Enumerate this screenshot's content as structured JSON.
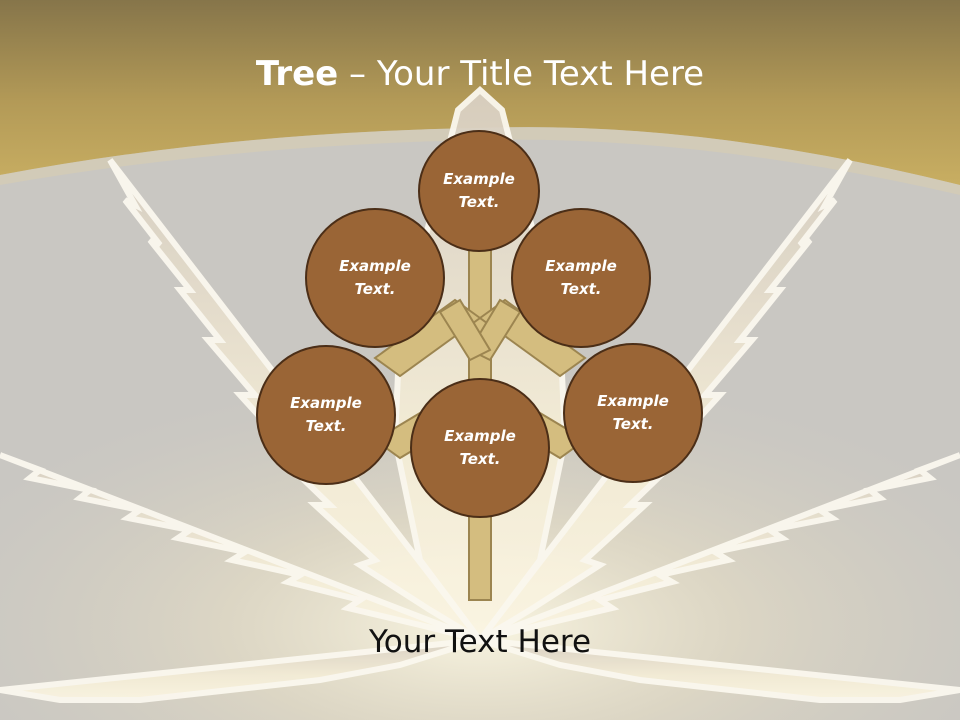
{
  "slide": {
    "title_bold": "Tree",
    "title_rest": " – Your Title Text Here",
    "subtitle": "Your Text Here",
    "nodes": [
      {
        "line1": "Example",
        "line2": "Text."
      },
      {
        "line1": "Example",
        "line2": "Text."
      },
      {
        "line1": "Example",
        "line2": "Text."
      },
      {
        "line1": "Example",
        "line2": "Text."
      },
      {
        "line1": "Example",
        "line2": "Text."
      },
      {
        "line1": "Example",
        "line2": "Text."
      }
    ]
  },
  "colors": {
    "header_gold": "#c3a85d",
    "background_gray": "#c9c7c2",
    "node_fill": "#9a6536",
    "node_border": "#4b2e17",
    "branch_fill": "#d4bd7f"
  }
}
